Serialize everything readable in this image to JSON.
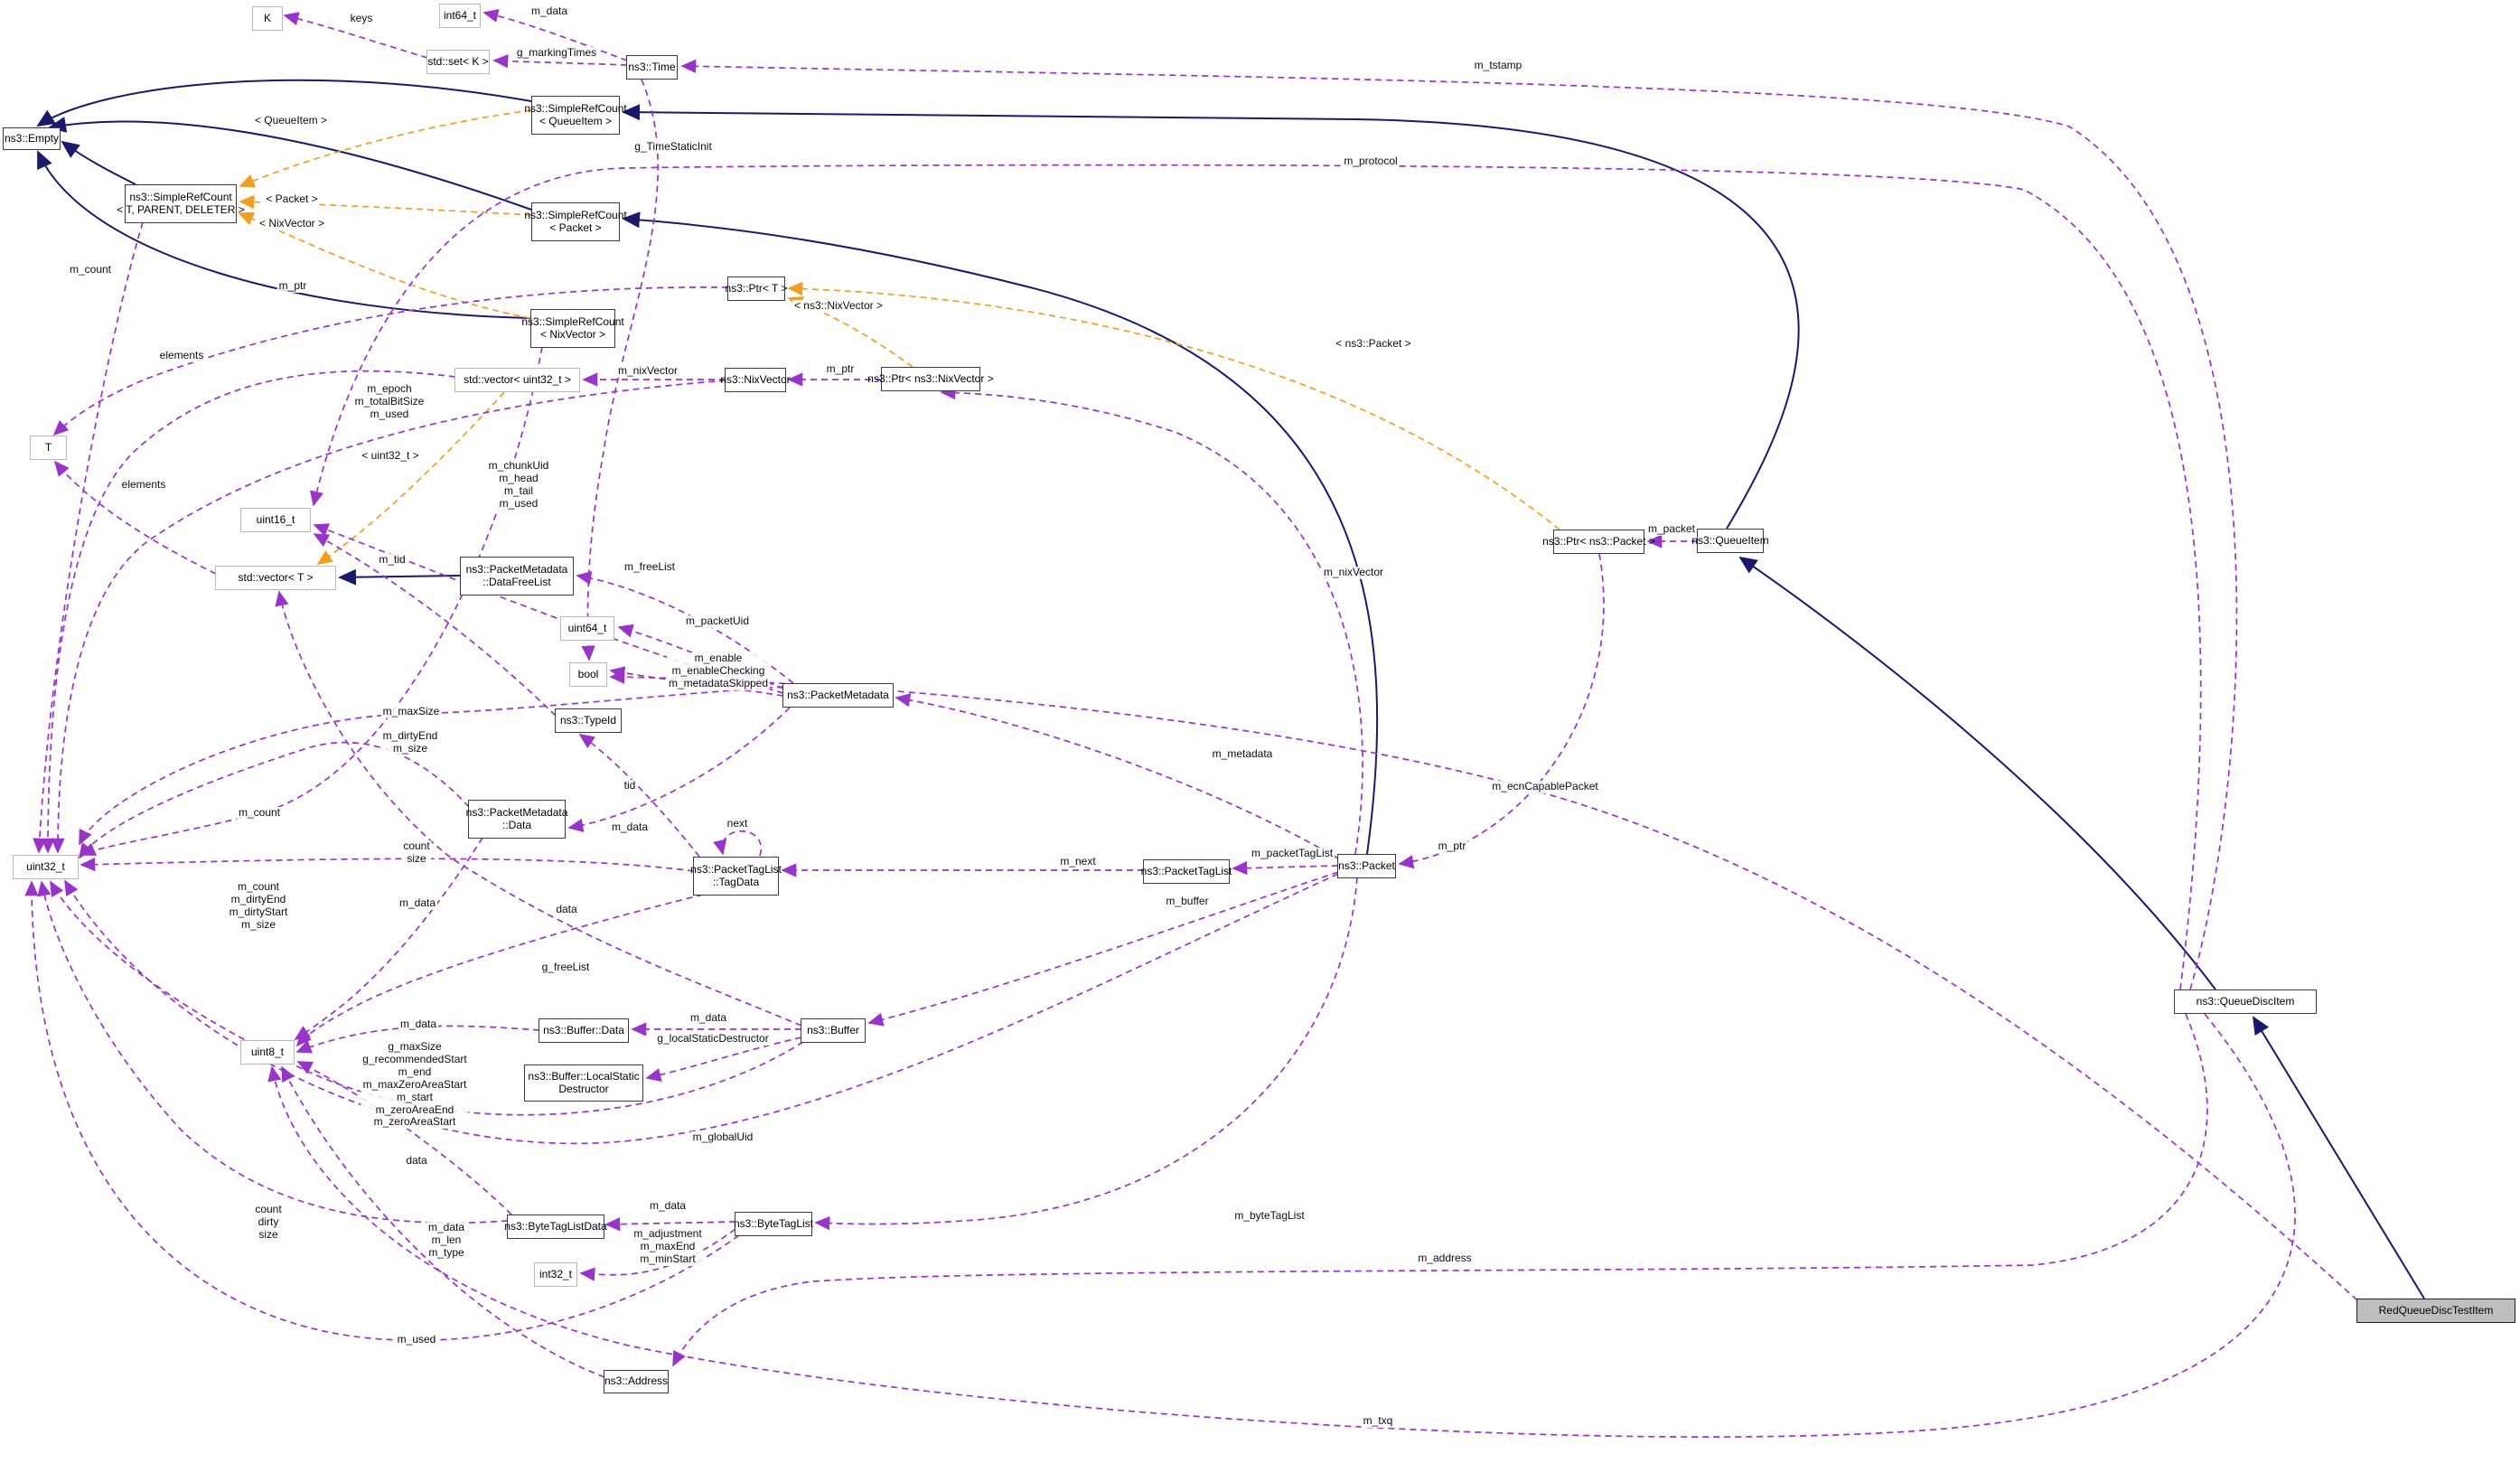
{
  "diagram": {
    "kind": "doxygen-collaboration-graph",
    "focus_class": "RedQueueDiscTestItem"
  },
  "colors": {
    "inheritance": "#191970",
    "usage": "#9a32cd",
    "template_relation": "#f59e1d",
    "highlight_fill": "#bfbfbf",
    "node_background": "#ffffff"
  },
  "nodes": [
    {
      "id": "k",
      "label": "K",
      "kind": "primitive"
    },
    {
      "id": "int64",
      "label": "int64_t",
      "kind": "primitive"
    },
    {
      "id": "set_k",
      "label": "std::set< K >",
      "kind": "primitive"
    },
    {
      "id": "time",
      "label": "ns3::Time",
      "kind": "class"
    },
    {
      "id": "empty",
      "label": "ns3::Empty",
      "kind": "class"
    },
    {
      "id": "src_queueitem",
      "label": "ns3::SimpleRefCount\n< QueueItem >",
      "kind": "class"
    },
    {
      "id": "src_t",
      "label": "ns3::SimpleRefCount\n< T, PARENT, DELETER >",
      "kind": "class"
    },
    {
      "id": "src_packet",
      "label": "ns3::SimpleRefCount\n< Packet >",
      "kind": "class"
    },
    {
      "id": "src_nixvector",
      "label": "ns3::SimpleRefCount\n< NixVector >",
      "kind": "class"
    },
    {
      "id": "ptr_t",
      "label": "ns3::Ptr< T >",
      "kind": "class"
    },
    {
      "id": "vec_u32",
      "label": "std::vector< uint32_t >",
      "kind": "primitive"
    },
    {
      "id": "nixvector",
      "label": "ns3::NixVector",
      "kind": "class"
    },
    {
      "id": "ptr_nix",
      "label": "ns3::Ptr< ns3::NixVector >",
      "kind": "class"
    },
    {
      "id": "t",
      "label": "T",
      "kind": "primitive"
    },
    {
      "id": "u16",
      "label": "uint16_t",
      "kind": "primitive"
    },
    {
      "id": "vec_t",
      "label": "std::vector< T >",
      "kind": "primitive"
    },
    {
      "id": "freelist",
      "label": "ns3::PacketMetadata\n::DataFreeList",
      "kind": "class"
    },
    {
      "id": "u64",
      "label": "uint64_t",
      "kind": "primitive"
    },
    {
      "id": "bool",
      "label": "bool",
      "kind": "primitive"
    },
    {
      "id": "pmd",
      "label": "ns3::PacketMetadata",
      "kind": "class"
    },
    {
      "id": "typeid",
      "label": "ns3::TypeId",
      "kind": "class"
    },
    {
      "id": "pmd_data",
      "label": "ns3::PacketMetadata\n::Data",
      "kind": "class"
    },
    {
      "id": "u32",
      "label": "uint32_t",
      "kind": "primitive"
    },
    {
      "id": "tagdata",
      "label": "ns3::PacketTagList\n::TagData",
      "kind": "class"
    },
    {
      "id": "ptl",
      "label": "ns3::PacketTagList",
      "kind": "class"
    },
    {
      "id": "packet",
      "label": "ns3::Packet",
      "kind": "class"
    },
    {
      "id": "ptr_packet",
      "label": "ns3::Ptr< ns3::Packet >",
      "kind": "class"
    },
    {
      "id": "queueitem",
      "label": "ns3::QueueItem",
      "kind": "class"
    },
    {
      "id": "qdi",
      "label": "ns3::QueueDiscItem",
      "kind": "class"
    },
    {
      "id": "red",
      "label": "RedQueueDiscTestItem",
      "kind": "highlight"
    },
    {
      "id": "buf_data",
      "label": "ns3::Buffer::Data",
      "kind": "class"
    },
    {
      "id": "buffer",
      "label": "ns3::Buffer",
      "kind": "class"
    },
    {
      "id": "buf_lsd",
      "label": "ns3::Buffer::LocalStatic\nDestructor",
      "kind": "class"
    },
    {
      "id": "u8",
      "label": "uint8_t",
      "kind": "primitive"
    },
    {
      "id": "btld",
      "label": "ns3::ByteTagListData",
      "kind": "class"
    },
    {
      "id": "btl",
      "label": "ns3::ByteTagList",
      "kind": "class"
    },
    {
      "id": "i32",
      "label": "int32_t",
      "kind": "primitive"
    },
    {
      "id": "addr",
      "label": "ns3::Address",
      "kind": "class"
    }
  ],
  "edge_labels": [
    {
      "id": "keys",
      "text": "keys"
    },
    {
      "id": "m_data_time",
      "text": "m_data"
    },
    {
      "id": "g_markingTimes",
      "text": "g_markingTimes"
    },
    {
      "id": "m_tstamp",
      "text": "m_tstamp"
    },
    {
      "id": "tmpl_queueitem",
      "text": "< QueueItem >"
    },
    {
      "id": "g_timestaticinit",
      "text": "g_TimeStaticInit"
    },
    {
      "id": "m_protocol",
      "text": "m_protocol"
    },
    {
      "id": "tmpl_packet",
      "text": "< Packet >"
    },
    {
      "id": "tmpl_nixvector",
      "text": "< NixVector >"
    },
    {
      "id": "m_count_srcT",
      "text": "m_count"
    },
    {
      "id": "m_ptr_t",
      "text": "m_ptr"
    },
    {
      "id": "tmpl_nsnixvector",
      "text": "< ns3::NixVector >"
    },
    {
      "id": "tmpl_nspacket",
      "text": "< ns3::Packet >"
    },
    {
      "id": "elements_u32",
      "text": "elements"
    },
    {
      "id": "m_epoch",
      "text": "m_epoch\nm_totalBitSize\nm_used"
    },
    {
      "id": "m_nixvector_vec",
      "text": "m_nixVector"
    },
    {
      "id": "m_ptr_nix",
      "text": "m_ptr"
    },
    {
      "id": "tmpl_u32",
      "text": "< uint32_t >"
    },
    {
      "id": "m_chunkuid",
      "text": "m_chunkUid\nm_head\nm_tail\nm_used"
    },
    {
      "id": "elements_t",
      "text": "elements"
    },
    {
      "id": "m_tid",
      "text": "m_tid"
    },
    {
      "id": "m_freelist",
      "text": "m_freeList"
    },
    {
      "id": "m_packetuid",
      "text": "m_packetUid"
    },
    {
      "id": "m_enable",
      "text": "m_enable\nm_enableChecking\nm_metadataSkipped"
    },
    {
      "id": "m_maxsize",
      "text": "m_maxSize"
    },
    {
      "id": "m_dirtyend",
      "text": "m_dirtyEnd\nm_size"
    },
    {
      "id": "m_metadata",
      "text": "m_metadata"
    },
    {
      "id": "m_ecn",
      "text": "m_ecnCapablePacket"
    },
    {
      "id": "tid",
      "text": "tid"
    },
    {
      "id": "m_data_pmd",
      "text": "m_data"
    },
    {
      "id": "next",
      "text": "next"
    },
    {
      "id": "m_count_nix",
      "text": "m_count"
    },
    {
      "id": "count_size",
      "text": "count\nsize"
    },
    {
      "id": "m_count4",
      "text": "m_count\nm_dirtyEnd\nm_dirtyStart\nm_size"
    },
    {
      "id": "m_data_pmddata",
      "text": "m_data"
    },
    {
      "id": "data_tag",
      "text": "data"
    },
    {
      "id": "g_freelist",
      "text": "g_freeList"
    },
    {
      "id": "m_data_bufdata",
      "text": "m_data"
    },
    {
      "id": "m_data_buf",
      "text": "m_data"
    },
    {
      "id": "g_lsd",
      "text": "g_localStaticDestructor"
    },
    {
      "id": "g_max7",
      "text": "g_maxSize\ng_recommendedStart\nm_end\nm_maxZeroAreaStart\nm_start\nm_zeroAreaEnd\nm_zeroAreaStart"
    },
    {
      "id": "m_globaluid",
      "text": "m_globalUid"
    },
    {
      "id": "data_btld",
      "text": "data"
    },
    {
      "id": "cds",
      "text": "count\ndirty\nsize"
    },
    {
      "id": "m_dlt",
      "text": "m_data\nm_len\nm_type"
    },
    {
      "id": "m_data_btl",
      "text": "m_data"
    },
    {
      "id": "m_adj",
      "text": "m_adjustment\nm_maxEnd\nm_minStart"
    },
    {
      "id": "m_bytetaglist",
      "text": "m_byteTagList"
    },
    {
      "id": "m_address",
      "text": "m_address"
    },
    {
      "id": "m_used",
      "text": "m_used"
    },
    {
      "id": "m_txq",
      "text": "m_txq"
    },
    {
      "id": "m_packet",
      "text": "m_packet"
    },
    {
      "id": "m_ptr_pkt",
      "text": "m_ptr"
    },
    {
      "id": "m_ptl",
      "text": "m_packetTagList"
    },
    {
      "id": "m_next",
      "text": "m_next"
    },
    {
      "id": "m_buffer",
      "text": "m_buffer"
    },
    {
      "id": "m_nixvector_pkt",
      "text": "m_nixVector"
    }
  ]
}
